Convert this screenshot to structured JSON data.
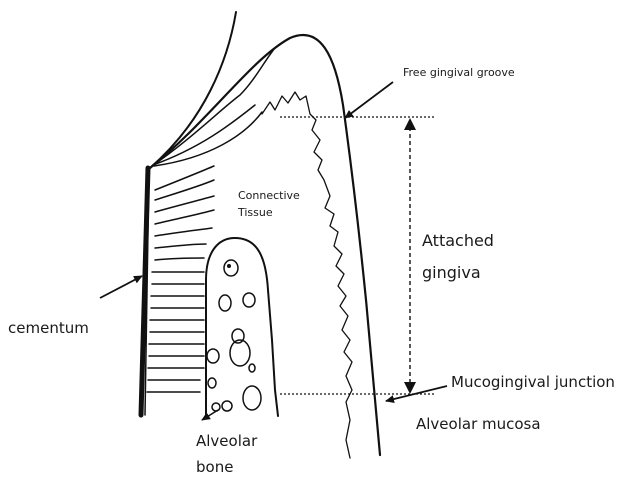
{
  "labels": {
    "free_gingival_groove": "Free gingival groove",
    "connective_tissue_line1": "Connective",
    "connective_tissue_line2": "Tissue",
    "attached_gingiva_line1": "Attached",
    "attached_gingiva_line2": "gingiva",
    "cementum": "cementum",
    "mucogingival_junction": "Mucogingival  junction",
    "alveolar_mucosa": "Alveolar mucosa",
    "alveolar_bone_line1": "Alveolar",
    "alveolar_bone_line2": "bone"
  }
}
